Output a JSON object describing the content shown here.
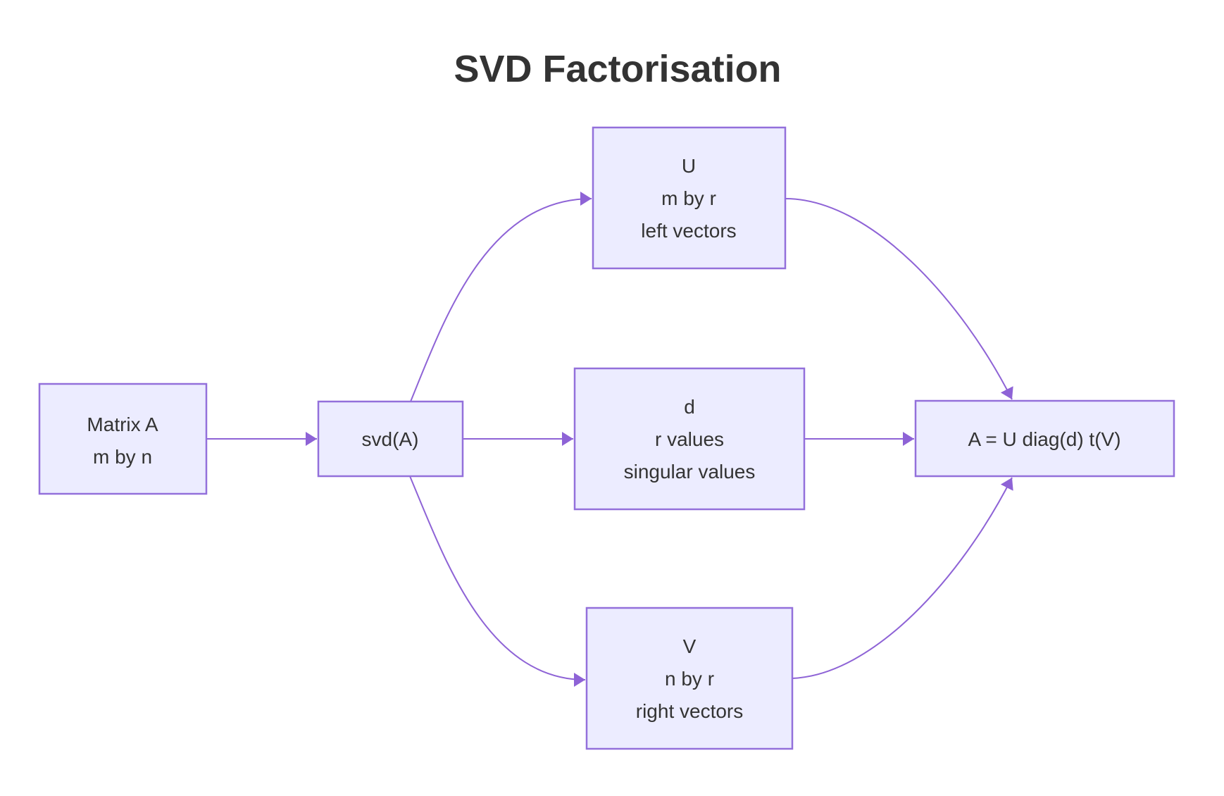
{
  "title": "SVD Factorisation",
  "colors": {
    "background": "#FFFFFF",
    "node_fill": "#ECECFF",
    "node_border": "#9370DB",
    "edge": "#8E63D6",
    "text": "#333333"
  },
  "nodes": {
    "matrix_a": {
      "lines": [
        "Matrix A",
        "m by n"
      ]
    },
    "svd": {
      "lines": [
        "svd(A)"
      ]
    },
    "u": {
      "lines": [
        "U",
        "m by r",
        "left vectors"
      ]
    },
    "d": {
      "lines": [
        "d",
        "r values",
        "singular values"
      ]
    },
    "v": {
      "lines": [
        "V",
        "n by r",
        "right vectors"
      ]
    },
    "result": {
      "lines": [
        "A = U diag(d) t(V)"
      ]
    }
  },
  "edges": [
    {
      "from": "matrix_a",
      "to": "svd"
    },
    {
      "from": "svd",
      "to": "u"
    },
    {
      "from": "svd",
      "to": "d"
    },
    {
      "from": "svd",
      "to": "v"
    },
    {
      "from": "u",
      "to": "result"
    },
    {
      "from": "d",
      "to": "result"
    },
    {
      "from": "v",
      "to": "result"
    }
  ]
}
